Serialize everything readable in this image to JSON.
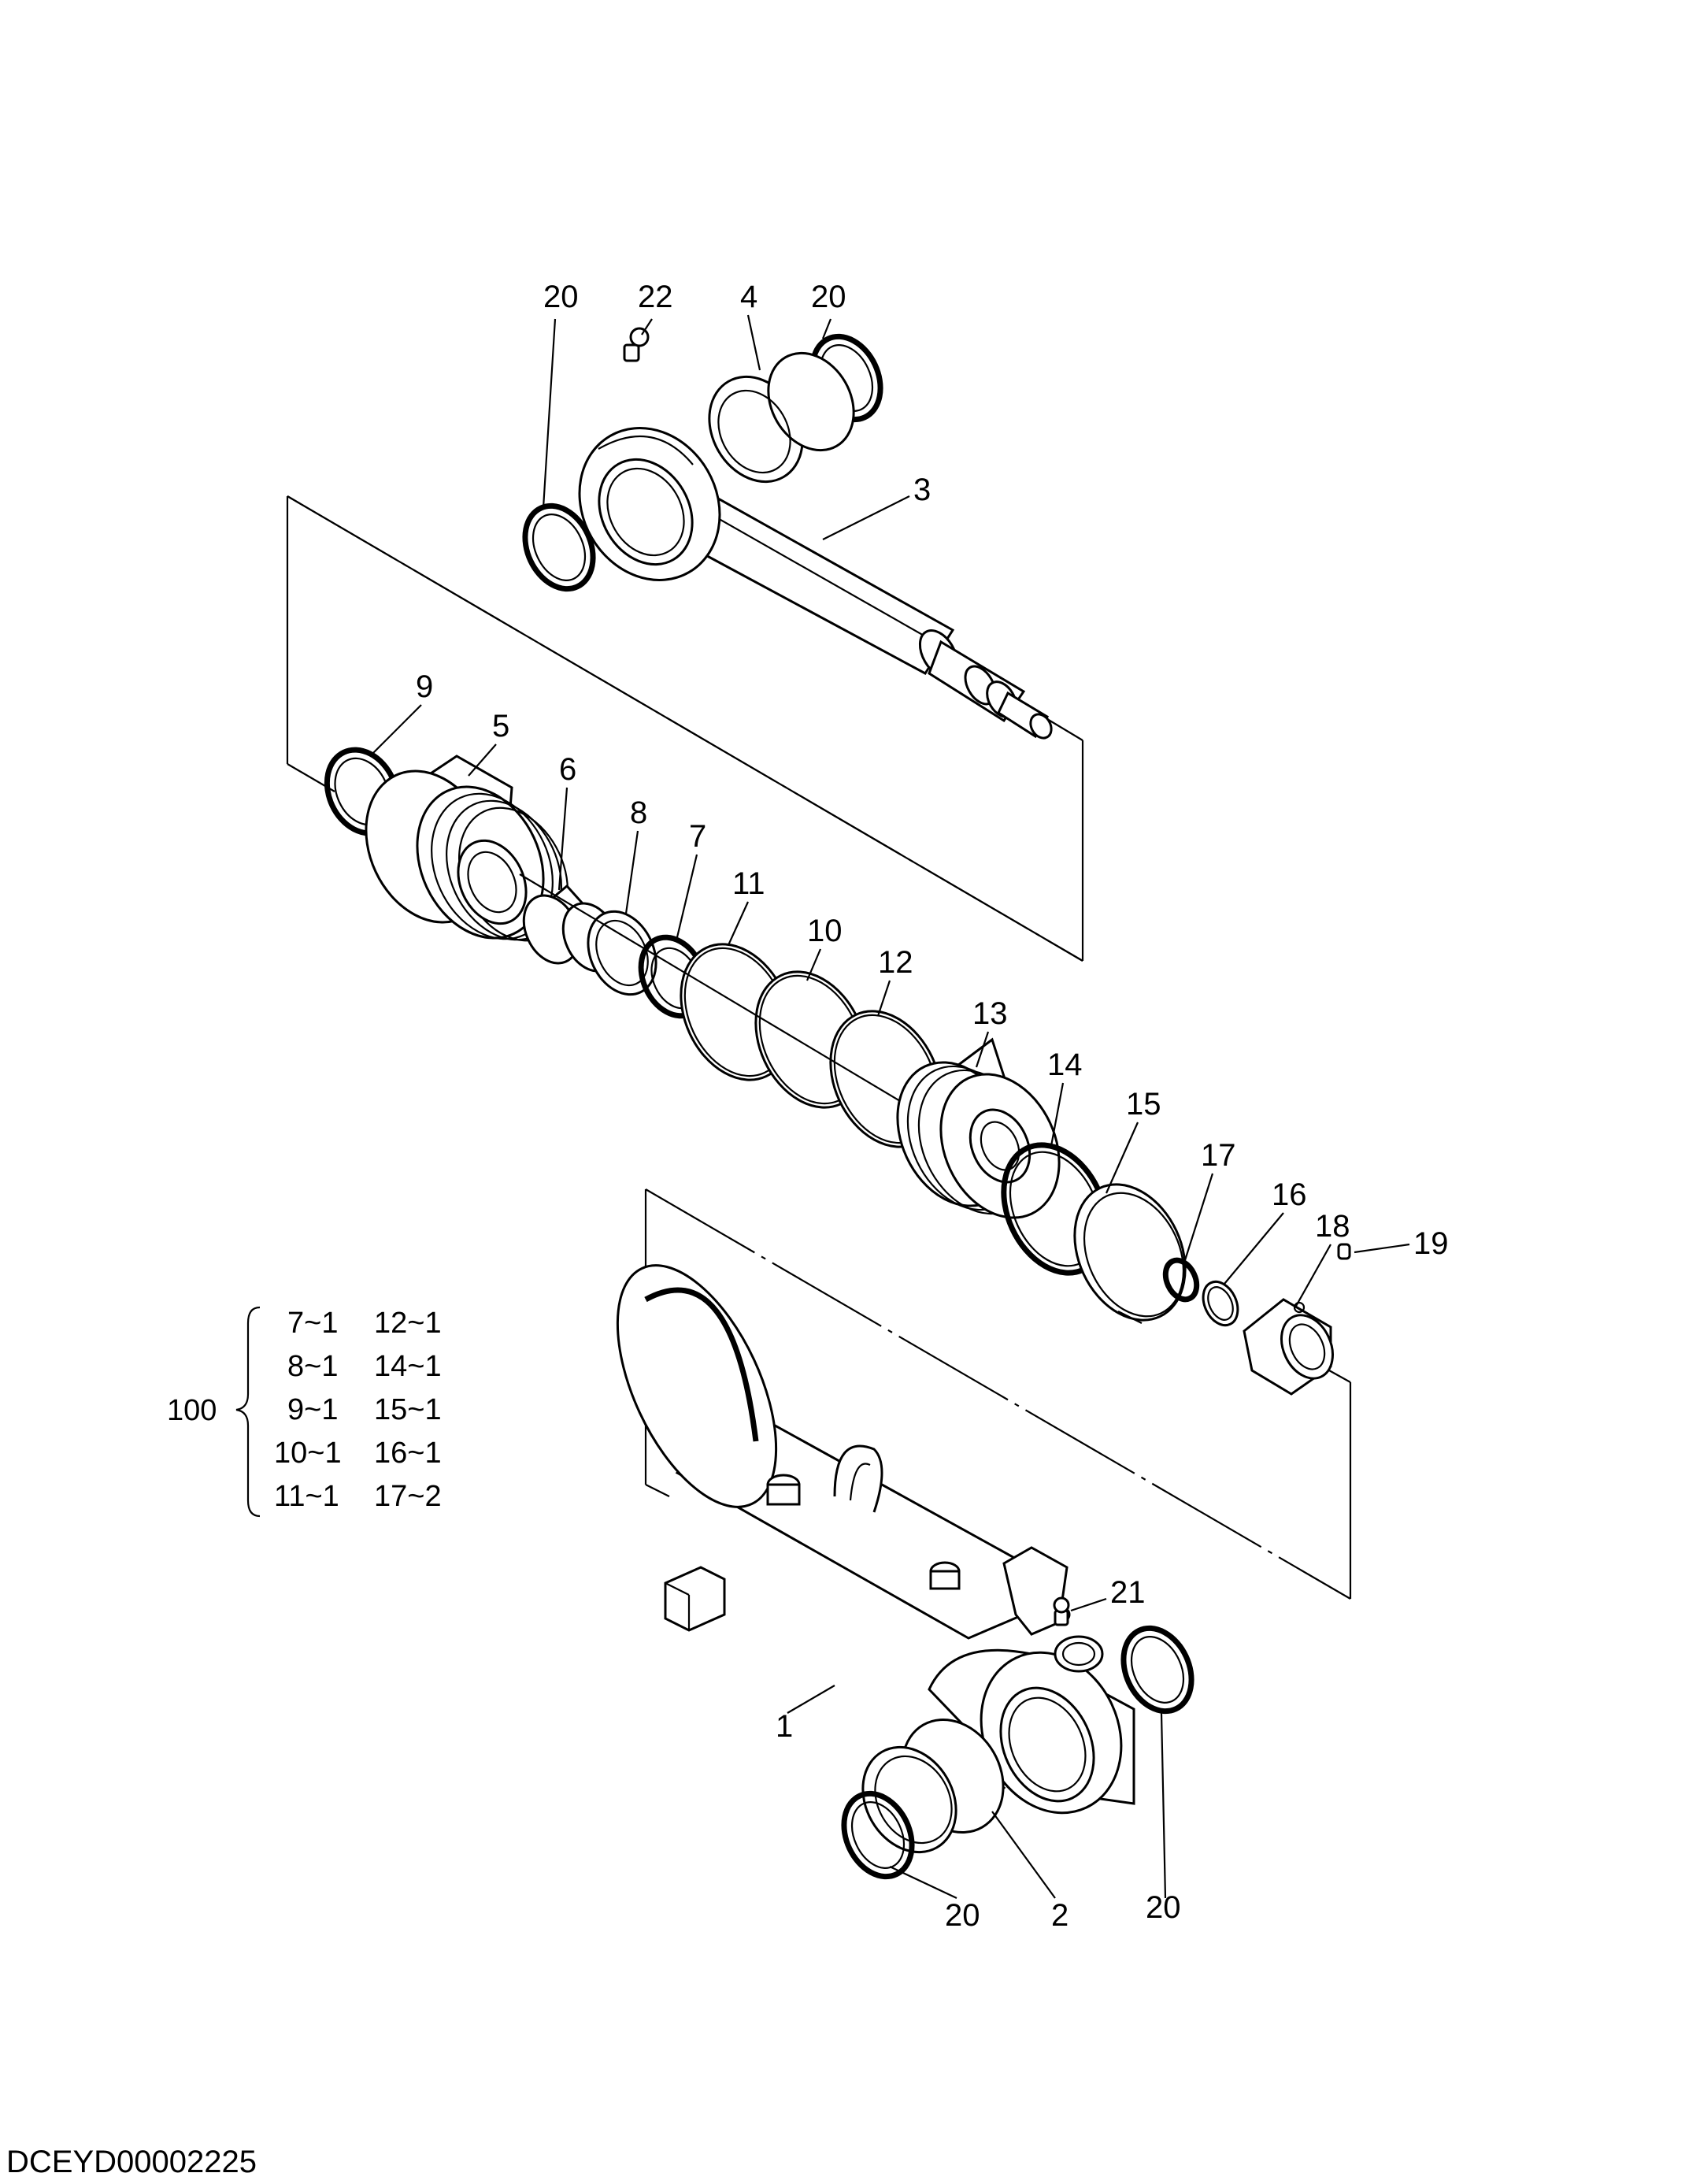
{
  "diagram_title": "",
  "callouts": [
    {
      "id": "c20a",
      "text": "20"
    },
    {
      "id": "c22",
      "text": "22"
    },
    {
      "id": "c4",
      "text": "4"
    },
    {
      "id": "c20b",
      "text": "20"
    },
    {
      "id": "c3",
      "text": "3"
    },
    {
      "id": "c9",
      "text": "9"
    },
    {
      "id": "c5",
      "text": "5"
    },
    {
      "id": "c6",
      "text": "6"
    },
    {
      "id": "c8",
      "text": "8"
    },
    {
      "id": "c7",
      "text": "7"
    },
    {
      "id": "c11",
      "text": "11"
    },
    {
      "id": "c10",
      "text": "10"
    },
    {
      "id": "c12",
      "text": "12"
    },
    {
      "id": "c13",
      "text": "13"
    },
    {
      "id": "c14",
      "text": "14"
    },
    {
      "id": "c15",
      "text": "15"
    },
    {
      "id": "c17",
      "text": "17"
    },
    {
      "id": "c16",
      "text": "16"
    },
    {
      "id": "c18",
      "text": "18"
    },
    {
      "id": "c19",
      "text": "19"
    },
    {
      "id": "c21",
      "text": "21"
    },
    {
      "id": "c1",
      "text": "1"
    },
    {
      "id": "c20c",
      "text": "20"
    },
    {
      "id": "c2",
      "text": "2"
    },
    {
      "id": "c20d",
      "text": "20"
    }
  ],
  "seal_kit": {
    "label": "100",
    "rows": [
      [
        "7~1",
        "12~1"
      ],
      [
        "8~1",
        "14~1"
      ],
      [
        "9~1",
        "15~1"
      ],
      [
        "10~1",
        "16~1"
      ],
      [
        "11~1",
        "17~2"
      ]
    ]
  },
  "document_id": "DCEYD00002225"
}
